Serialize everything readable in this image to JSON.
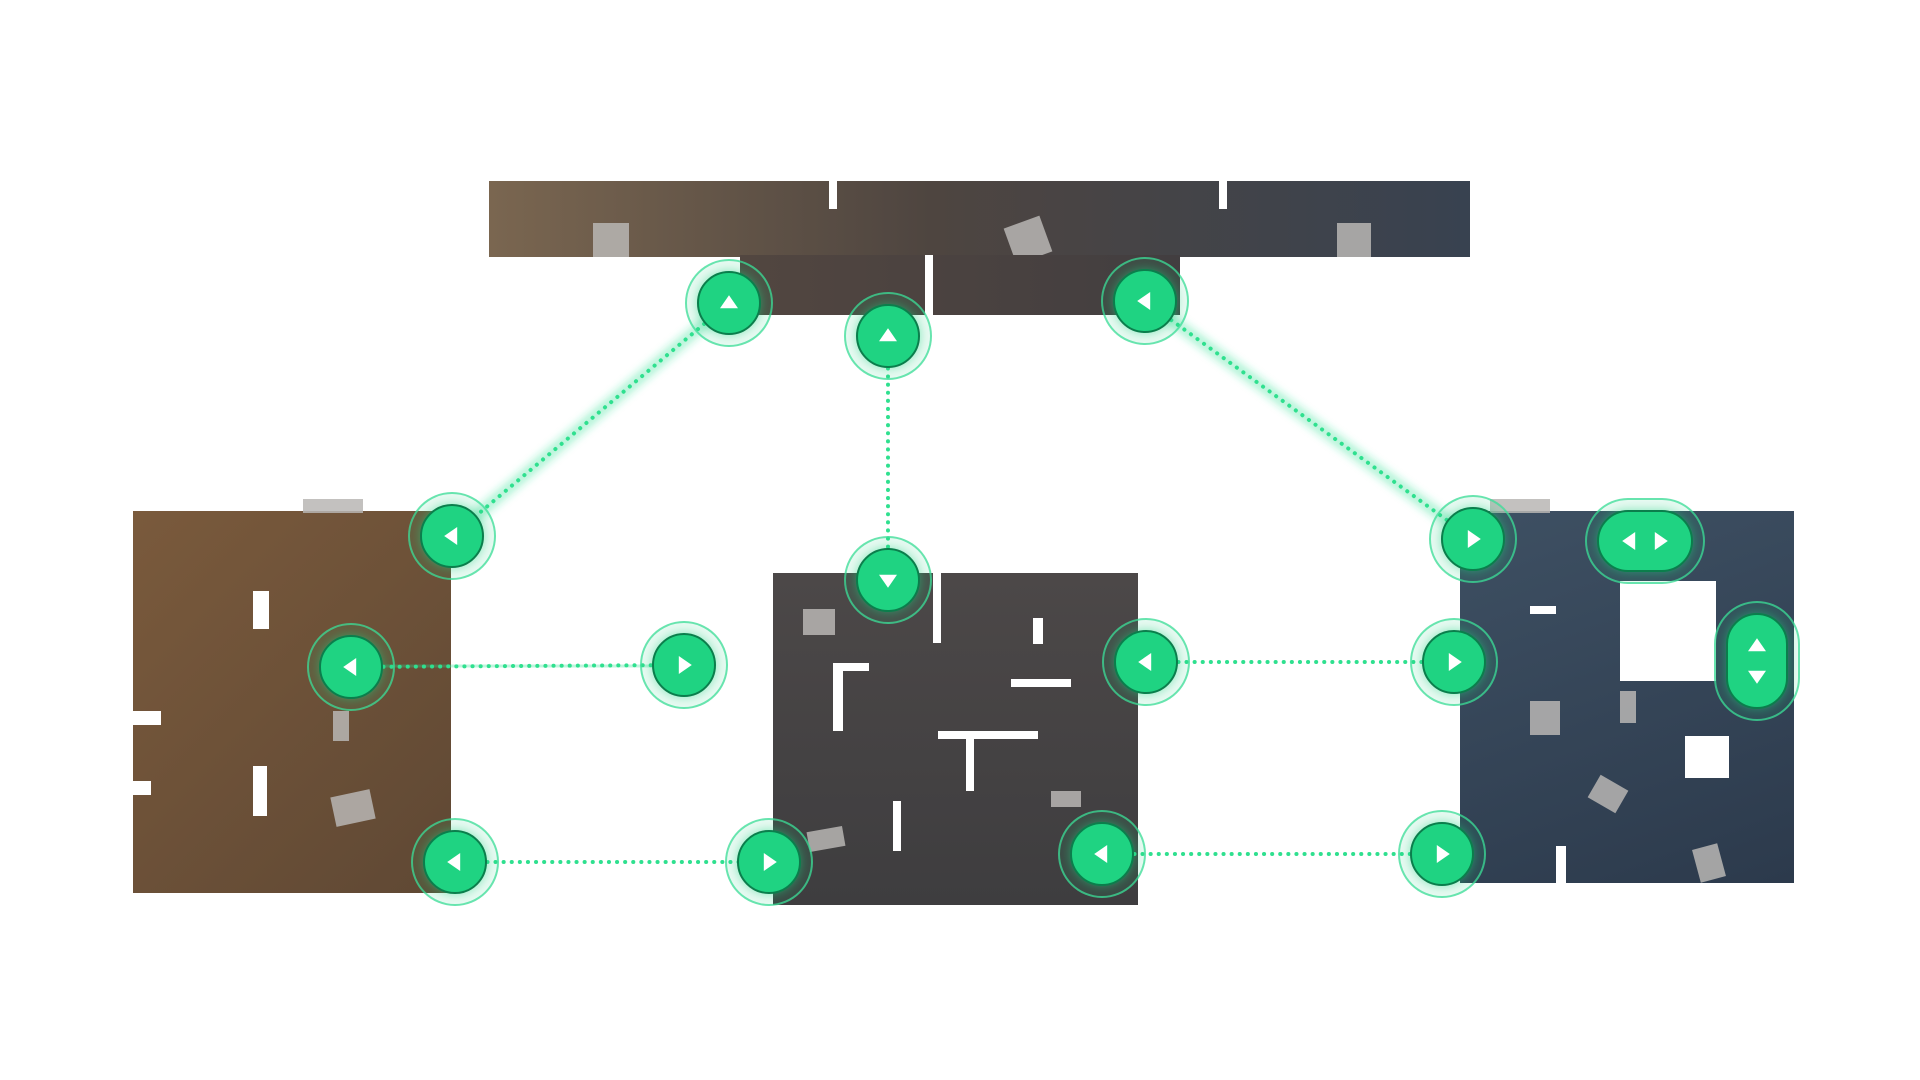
{
  "map": {
    "rooms": [
      "top-corridor",
      "left-room",
      "center-room",
      "right-room"
    ],
    "link_color": "#2fe08f",
    "node_color": "#1fd382",
    "node_ring_color": "#3dde98",
    "node_border_color": "#0b7e4c"
  },
  "doors": [
    {
      "id": "top-a",
      "direction": "up"
    },
    {
      "id": "top-b",
      "direction": "up"
    },
    {
      "id": "top-c",
      "direction": "left"
    },
    {
      "id": "left-upper",
      "direction": "left"
    },
    {
      "id": "left-mid",
      "direction": "left"
    },
    {
      "id": "center-left-out",
      "direction": "right"
    },
    {
      "id": "center-top",
      "direction": "down"
    },
    {
      "id": "center-right",
      "direction": "left"
    },
    {
      "id": "right-mid-in",
      "direction": "right"
    },
    {
      "id": "right-upper",
      "direction": "right"
    },
    {
      "id": "right-double-horizontal",
      "direction": "left-right"
    },
    {
      "id": "right-double-vertical",
      "direction": "up-down"
    },
    {
      "id": "left-bottom",
      "direction": "left"
    },
    {
      "id": "center-bottom-left",
      "direction": "right"
    },
    {
      "id": "center-bottom-right",
      "direction": "left"
    },
    {
      "id": "right-bottom",
      "direction": "right"
    }
  ],
  "links": [
    [
      "top-a",
      "left-upper"
    ],
    [
      "top-b",
      "center-top"
    ],
    [
      "top-c",
      "right-upper"
    ],
    [
      "left-mid",
      "center-left-out"
    ],
    [
      "center-right",
      "right-mid-in"
    ],
    [
      "left-bottom",
      "center-bottom-left"
    ],
    [
      "center-bottom-right",
      "right-bottom"
    ]
  ]
}
